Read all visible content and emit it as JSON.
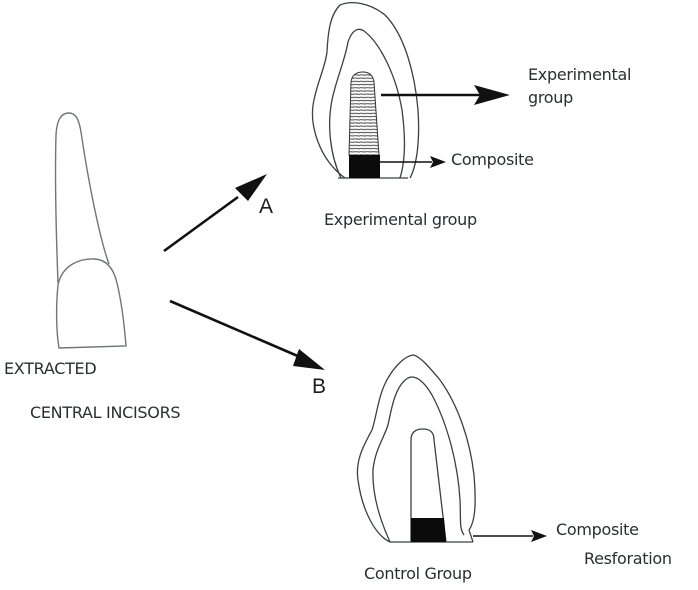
{
  "diagram": {
    "title": "Experimental design: extracted central incisors split into groups A and B",
    "source": {
      "label_line1": "EXTRACTED",
      "label_line2": "CENTRAL INCISORS"
    },
    "branches": [
      {
        "letter": "A",
        "caption": "Experimental group",
        "callouts": [
          {
            "line1": "Experimental",
            "line2": "group"
          },
          {
            "line1": "Composite"
          }
        ]
      },
      {
        "letter": "B",
        "caption": "Control Group",
        "callouts": [
          {
            "line1": "Composite",
            "line2": "Resforation"
          }
        ]
      }
    ],
    "colors": {
      "outline": "#6f7676",
      "arrow": "#111111",
      "composite_fill": "#0b0b0b",
      "text": "#2a2f2f"
    }
  }
}
